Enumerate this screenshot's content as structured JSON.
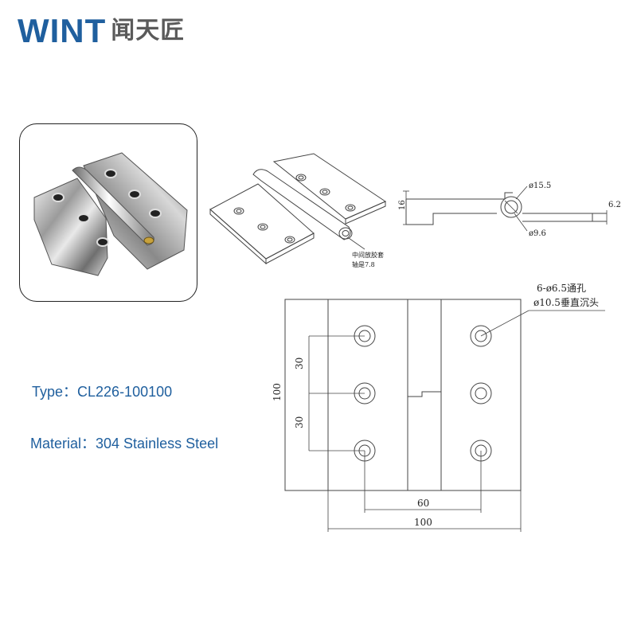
{
  "brand": {
    "logo_text": "WINT",
    "logo_cn": "闻天匠",
    "color": "#1f5f9e"
  },
  "specs": {
    "type": "Type：CL226-100100",
    "material": "Material：304 Stainless Steel"
  },
  "iso_view": {
    "callout_line1": "中间放胶套",
    "callout_line2": "轴是7.8"
  },
  "side_view": {
    "thickness_label": "16",
    "knuckle_outer": "ø15.5",
    "knuckle_inner": "ø9.6",
    "leaf_thickness": "6.2"
  },
  "front_view": {
    "hole_spec_line1": "6-ø6.5通孔",
    "hole_spec_line2": "ø10.5垂直沉头",
    "height_label": "100",
    "pitch_upper": "30",
    "pitch_lower": "30",
    "hole_span": "60",
    "width_label": "100"
  }
}
